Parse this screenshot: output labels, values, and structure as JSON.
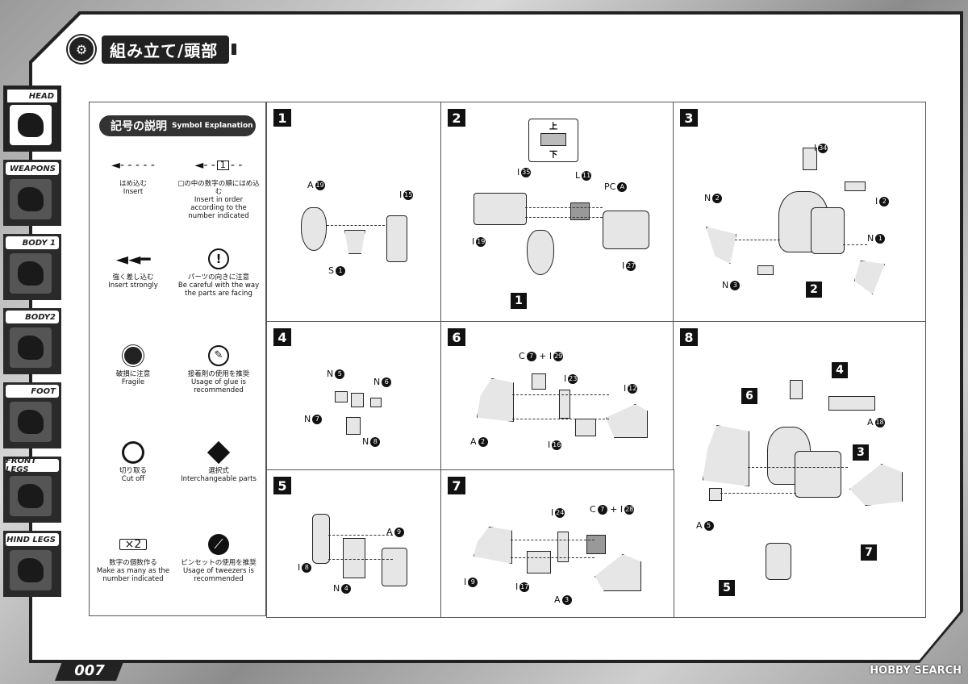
{
  "header": {
    "title": "組み立て/頭部",
    "badge_icon": "gear-icon"
  },
  "sidebar": [
    {
      "label": "HEAD",
      "active": true
    },
    {
      "label": "WEAPONS",
      "active": false
    },
    {
      "label": "BODY 1",
      "active": false
    },
    {
      "label": "BODY2",
      "active": false
    },
    {
      "label": "FOOT",
      "active": false
    },
    {
      "label": "FRONT LEGS",
      "active": false
    },
    {
      "label": "HIND LEGS",
      "active": false
    }
  ],
  "legend": {
    "title_jp": "記号の説明",
    "title_en": "Symbol Explanation",
    "items": [
      {
        "jp": "はめ込む",
        "en": "Insert",
        "icon": "dashed-arrow-icon"
      },
      {
        "jp": "□の中の数字の順にはめ込む",
        "en": "Insert in order according to the number indicated",
        "icon": "numbered-arrow-icon",
        "num": "1"
      },
      {
        "jp": "強く差し込む",
        "en": "Insert strongly",
        "icon": "double-arrow-icon"
      },
      {
        "jp": "パーツの向きに注意",
        "en": "Be careful with the way the parts are facing",
        "icon": "caution-icon"
      },
      {
        "jp": "破損に注意",
        "en": "Fragile",
        "icon": "fragile-icon"
      },
      {
        "jp": "接着剤の使用を推奨",
        "en": "Usage of glue is recommended",
        "icon": "glue-icon"
      },
      {
        "jp": "切り取る",
        "en": "Cut off",
        "icon": "cut-icon"
      },
      {
        "jp": "選択式",
        "en": "Interchangeable parts",
        "icon": "interchangeable-icon"
      },
      {
        "jp": "数字の個数作る",
        "en": "Make as many as the number indicated",
        "icon": "multiply-icon",
        "num": "×2"
      },
      {
        "jp": "ピンセットの使用を推奨",
        "en": "Usage of tweezers is recommended",
        "icon": "tweezers-icon"
      }
    ]
  },
  "steps": [
    {
      "num": "1",
      "parts": [
        "A",
        "19",
        "I",
        "15",
        "S",
        "1"
      ]
    },
    {
      "num": "2",
      "parts": [
        "I",
        "35",
        "L",
        "11",
        "PC",
        "A",
        "I",
        "19",
        "I",
        "27"
      ],
      "tag": "1",
      "dir_up": "上",
      "dir_down": "下"
    },
    {
      "num": "3",
      "parts": [
        "I",
        "34",
        "I",
        "2",
        "N",
        "2",
        "N",
        "1",
        "N",
        "3"
      ],
      "tag": "2"
    },
    {
      "num": "4",
      "parts": [
        "N",
        "5",
        "N",
        "6",
        "N",
        "7",
        "N",
        "8"
      ]
    },
    {
      "num": "6",
      "parts": [
        "C",
        "7",
        "I",
        "29",
        "I",
        "23",
        "I",
        "12",
        "A",
        "2",
        "I",
        "16"
      ]
    },
    {
      "num": "8",
      "parts": [
        "A",
        "18",
        "A",
        "5"
      ],
      "tags": [
        "4",
        "6",
        "3",
        "7",
        "5"
      ]
    },
    {
      "num": "5",
      "parts": [
        "A",
        "9",
        "I",
        "8",
        "N",
        "4"
      ]
    },
    {
      "num": "7",
      "parts": [
        "I",
        "24",
        "C",
        "7",
        "I",
        "28",
        "I",
        "9",
        "I",
        "17",
        "A",
        "3"
      ]
    }
  ],
  "page_number": "007",
  "watermark": "HOBBY SEARCH"
}
